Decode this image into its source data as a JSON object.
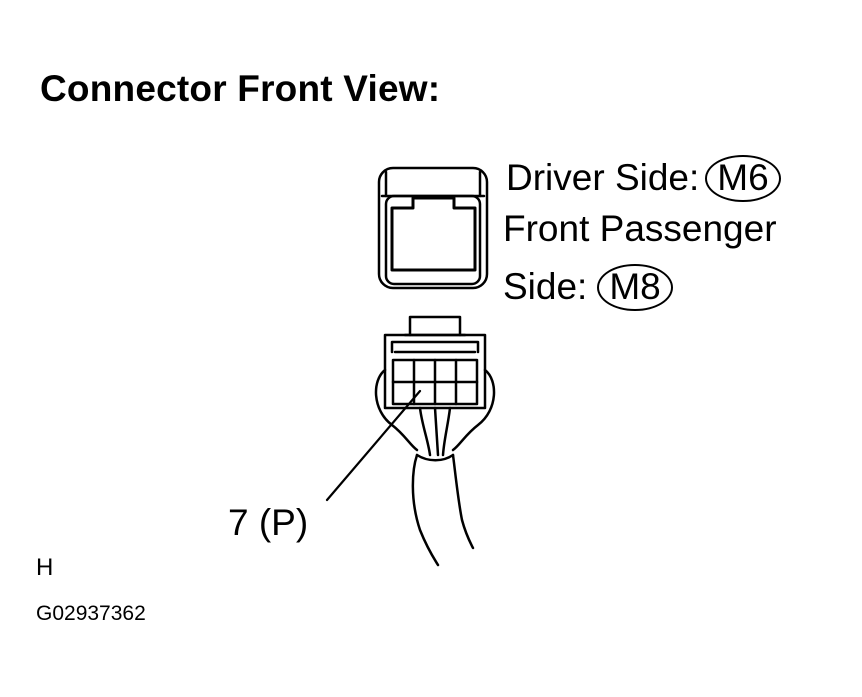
{
  "diagram": {
    "title": "Connector Front View:",
    "driver_side_label": "Driver Side:",
    "driver_side_code": "M6",
    "passenger_line1": "Front Passenger",
    "passenger_line2": "Side:",
    "passenger_side_code": "M8",
    "pin_label": "7 (P)",
    "corner_letter": "H",
    "figure_id": "G02937362"
  }
}
